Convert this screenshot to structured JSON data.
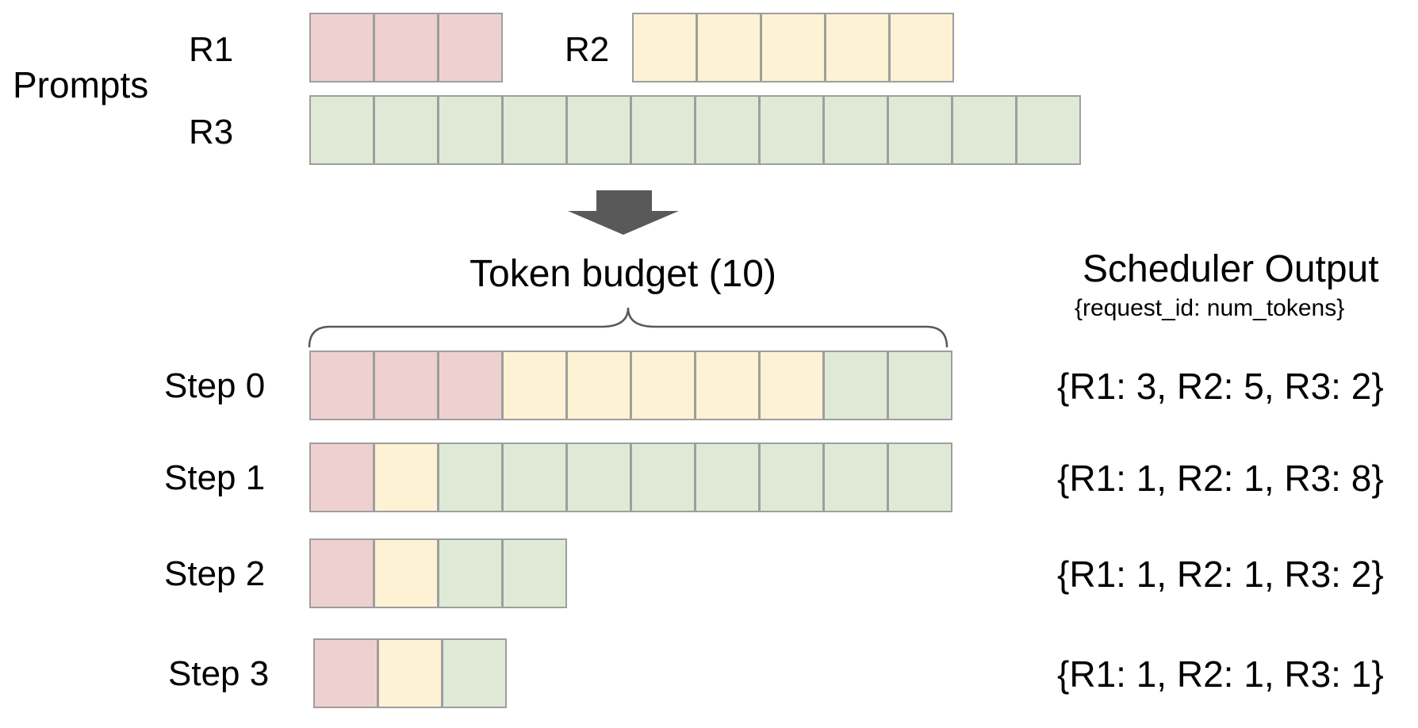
{
  "colors": {
    "R1": "#efd0d0",
    "R2": "#fdf2d3",
    "R3": "#deead6",
    "border": "#9e9e9e",
    "arrow": "#595959"
  },
  "prompts": {
    "label": "Prompts",
    "requests": [
      {
        "id": "R1",
        "label": "R1",
        "tokens": 3
      },
      {
        "id": "R2",
        "label": "R2",
        "tokens": 5
      },
      {
        "id": "R3",
        "label": "R3",
        "tokens": 12
      }
    ]
  },
  "budget": {
    "label": "Token budget (10)",
    "value": 10
  },
  "scheduler": {
    "title": "Scheduler Output",
    "subtitle": "{request_id: num_tokens}"
  },
  "steps": [
    {
      "label": "Step 0",
      "alloc": {
        "R1": 3,
        "R2": 5,
        "R3": 2
      },
      "output": "{R1: 3, R2: 5, R3: 2}"
    },
    {
      "label": "Step 1",
      "alloc": {
        "R1": 1,
        "R2": 1,
        "R3": 8
      },
      "output": "{R1: 1, R2: 1, R3: 8}"
    },
    {
      "label": "Step 2",
      "alloc": {
        "R1": 1,
        "R2": 1,
        "R3": 2
      },
      "output": "{R1: 1, R2: 1, R3: 2}"
    },
    {
      "label": "Step 3",
      "alloc": {
        "R1": 1,
        "R2": 1,
        "R3": 1
      },
      "output": "{R1: 1, R2: 1, R3: 1}"
    }
  ]
}
